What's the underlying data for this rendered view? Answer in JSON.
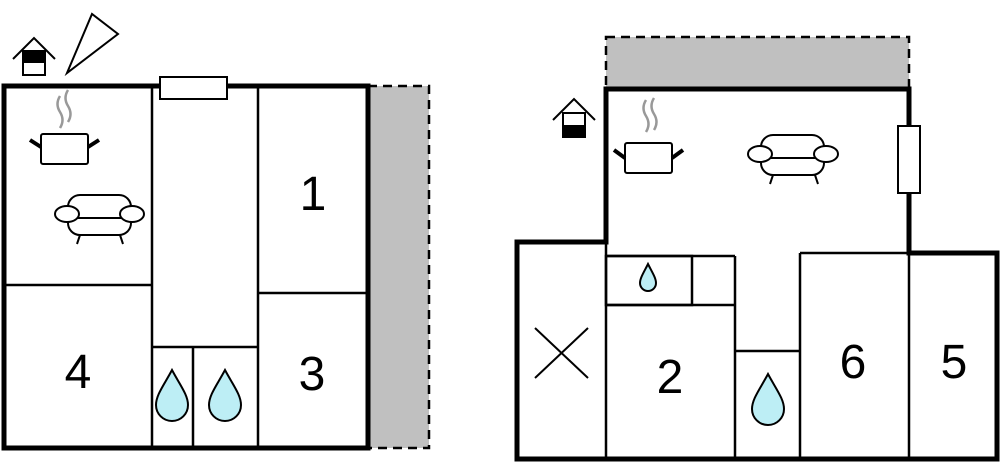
{
  "left_plan": {
    "rooms": [
      {
        "label": "1"
      },
      {
        "label": "4"
      },
      {
        "label": "3"
      }
    ]
  },
  "right_plan": {
    "rooms": [
      {
        "label": "2"
      },
      {
        "label": "6"
      },
      {
        "label": "5"
      }
    ]
  },
  "colors": {
    "terrace": "#c0c0c0",
    "water": "#bdeef5"
  }
}
